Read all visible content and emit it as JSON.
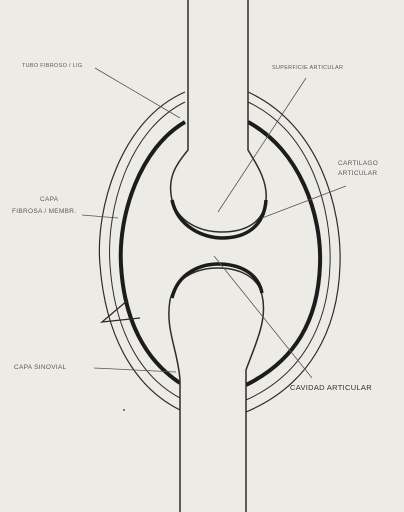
{
  "labels": {
    "top_left": "TUBO FIBROSO / LIG",
    "top_right": "SUPERFICIE ARTICULAR",
    "right_cartilage_1": "CARTILAGO",
    "right_cartilage_2": "ARTICULAR",
    "left_capsule_1": "CAPA",
    "left_capsule_2": "FIBROSA / MEMBR.",
    "bottom_left": "CAPA SINOVIAL",
    "bottom_right": "CAVIDAD ARTICULAR"
  },
  "colors": {
    "background": "#ecebe6",
    "line": "#2c2c2c",
    "thick_line": "#1c1c1c",
    "label": "#5a5a5a"
  }
}
